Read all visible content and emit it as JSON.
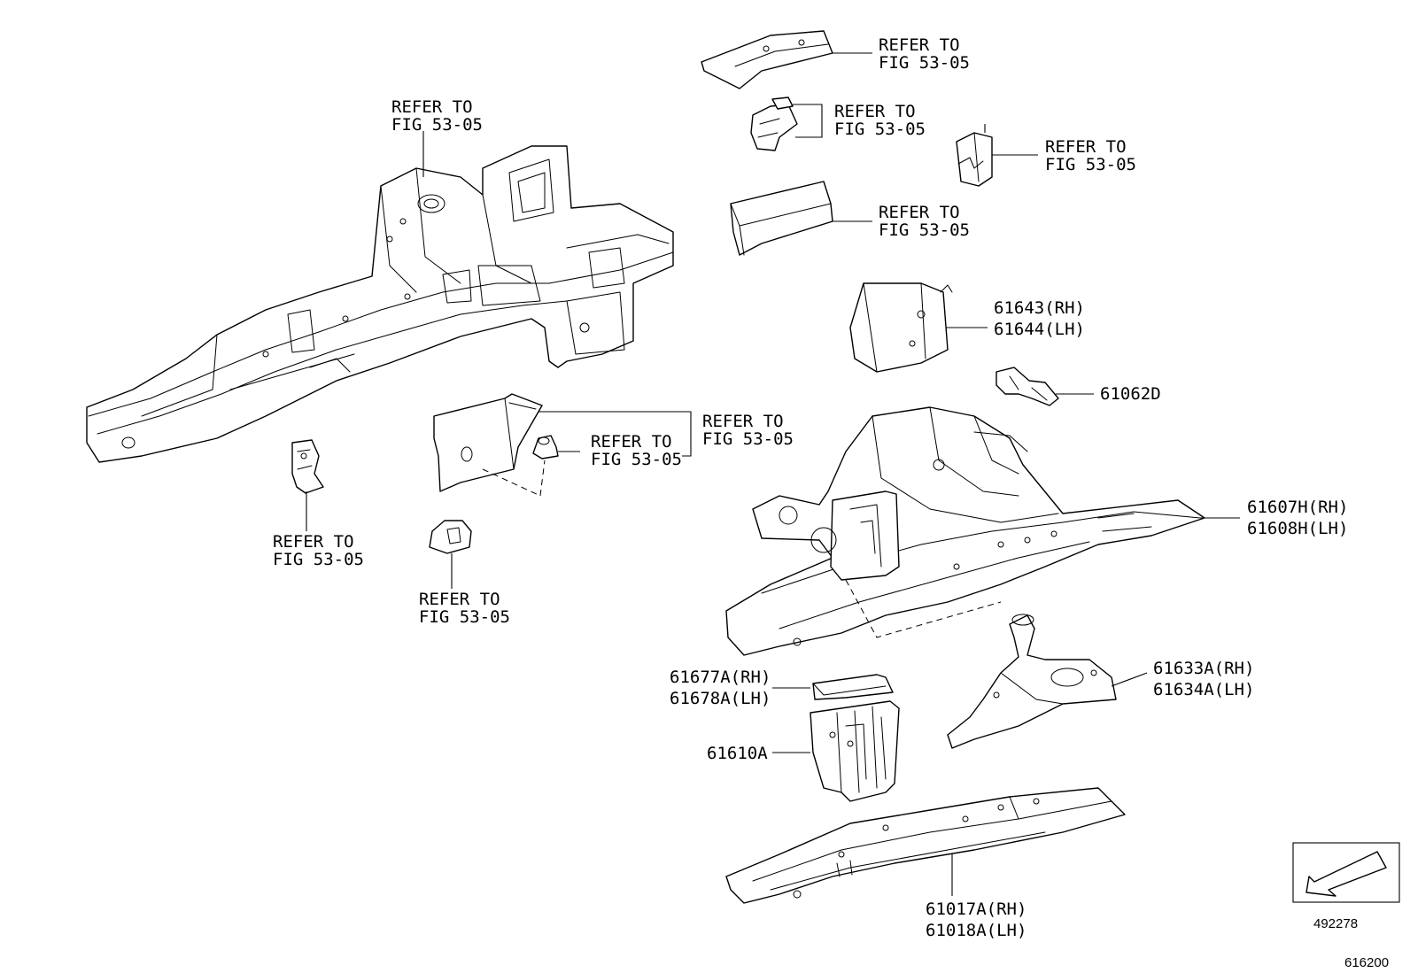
{
  "refer": {
    "line1": "REFER TO",
    "line2": "FIG 53-05"
  },
  "parts": {
    "p61643": {
      "rh": "61643(RH)",
      "lh": "61644(LH)"
    },
    "p61062": {
      "label": "61062D"
    },
    "p61607": {
      "rh": "61607H(RH)",
      "lh": "61608H(LH)"
    },
    "p61677": {
      "rh": "61677A(RH)",
      "lh": "61678A(LH)"
    },
    "p61633": {
      "rh": "61633A(RH)",
      "lh": "61634A(LH)"
    },
    "p61610": {
      "label": "61610A"
    },
    "p61017": {
      "rh": "61017A(RH)",
      "lh": "61018A(LH)"
    }
  },
  "legend": {
    "code": "492278"
  },
  "figure": {
    "code": "616200"
  }
}
